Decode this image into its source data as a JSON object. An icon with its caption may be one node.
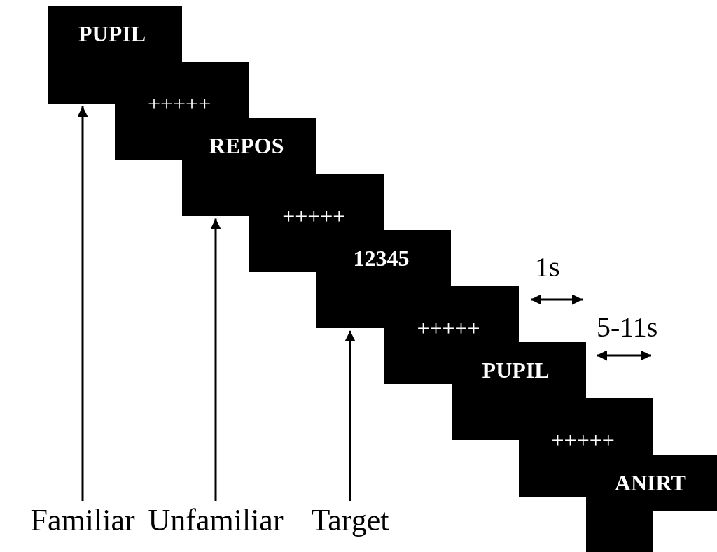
{
  "diagram": {
    "nodes": [
      {
        "text": [
          "PUPIL"
        ]
      },
      {
        "text": [
          "+++++"
        ]
      },
      {
        "text": [
          "REPOS"
        ]
      },
      {
        "text": [
          "+++++"
        ]
      },
      {
        "text": [
          "12345"
        ]
      },
      {
        "text": [
          "+++++"
        ]
      },
      {
        "text": [
          "PUPIL"
        ]
      },
      {
        "text": [
          "+++++"
        ]
      },
      {
        "text": [
          "ANIRT"
        ]
      },
      {
        "text": [
          "Familiar"
        ]
      },
      {
        "text": [
          "Unfamiliar"
        ]
      },
      {
        "text": [
          "Target"
        ]
      }
    ],
    "edges": [
      {
        "from": 9,
        "to": 0,
        "arrow": "to"
      },
      {
        "from": 10,
        "to": 2,
        "arrow": "to"
      },
      {
        "from": 11,
        "to": 4,
        "arrow": "to"
      }
    ],
    "labels": [
      "1s",
      "5-11s"
    ]
  }
}
